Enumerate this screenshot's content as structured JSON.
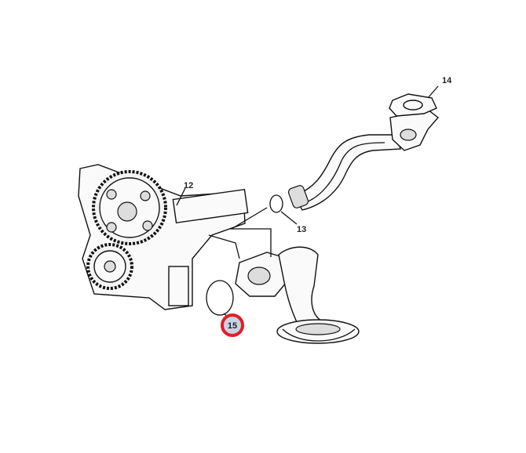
{
  "diagram": {
    "callouts": [
      {
        "id": "14",
        "text": "14"
      },
      {
        "id": "12",
        "text": "12"
      },
      {
        "id": "13",
        "text": "13"
      },
      {
        "id": "15",
        "text": "15",
        "highlighted": true
      }
    ],
    "colors": {
      "highlight_ring": "#e01e26",
      "highlight_fill": "#c8d4e4",
      "line": "#111111"
    }
  }
}
